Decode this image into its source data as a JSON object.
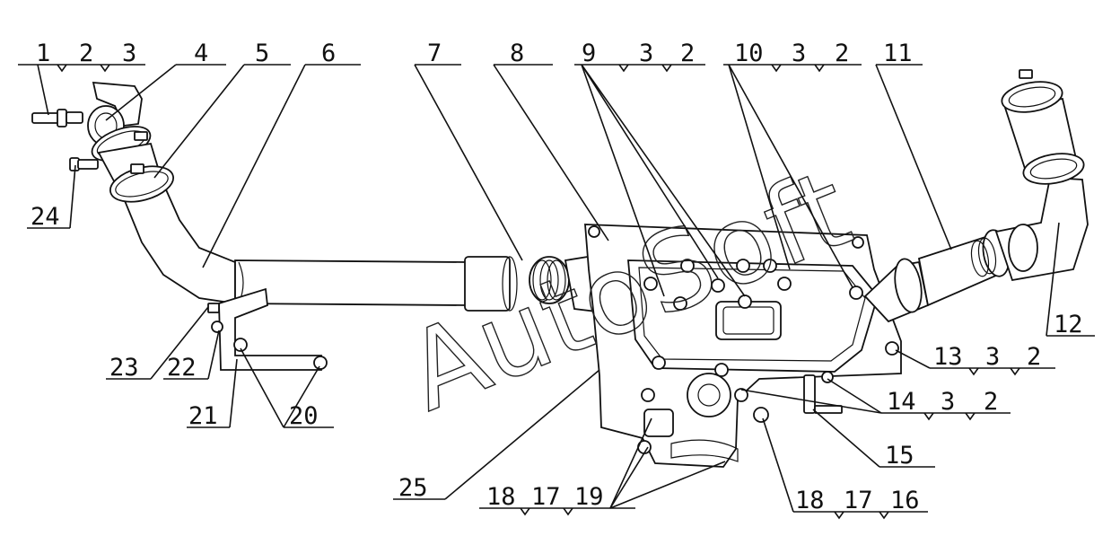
{
  "watermark": "AutoSoft",
  "callouts": [
    {
      "id": "c1",
      "main": "1",
      "refs": [
        "2",
        "3"
      ]
    },
    {
      "id": "c4",
      "main": "4",
      "refs": []
    },
    {
      "id": "c5",
      "main": "5",
      "refs": []
    },
    {
      "id": "c6",
      "main": "6",
      "refs": []
    },
    {
      "id": "c7",
      "main": "7",
      "refs": []
    },
    {
      "id": "c8",
      "main": "8",
      "refs": []
    },
    {
      "id": "c9",
      "main": "9",
      "refs": [
        "3",
        "2"
      ]
    },
    {
      "id": "c10",
      "main": "10",
      "refs": [
        "3",
        "2"
      ]
    },
    {
      "id": "c11",
      "main": "11",
      "refs": []
    },
    {
      "id": "c12",
      "main": "12",
      "refs": []
    },
    {
      "id": "c13",
      "main": "13",
      "refs": [
        "3",
        "2"
      ]
    },
    {
      "id": "c14",
      "main": "14",
      "refs": [
        "3",
        "2"
      ]
    },
    {
      "id": "c15",
      "main": "15",
      "refs": []
    },
    {
      "id": "c16",
      "main": "18",
      "refs": [
        "17",
        "16"
      ]
    },
    {
      "id": "c18",
      "main": "18",
      "refs": [
        "17",
        "19"
      ]
    },
    {
      "id": "c20",
      "main": "20",
      "refs": []
    },
    {
      "id": "c21",
      "main": "21",
      "refs": []
    },
    {
      "id": "c22",
      "main": "22",
      "refs": []
    },
    {
      "id": "c23",
      "main": "23",
      "refs": []
    },
    {
      "id": "c24",
      "main": "24",
      "refs": []
    },
    {
      "id": "c25",
      "main": "25",
      "refs": []
    }
  ]
}
